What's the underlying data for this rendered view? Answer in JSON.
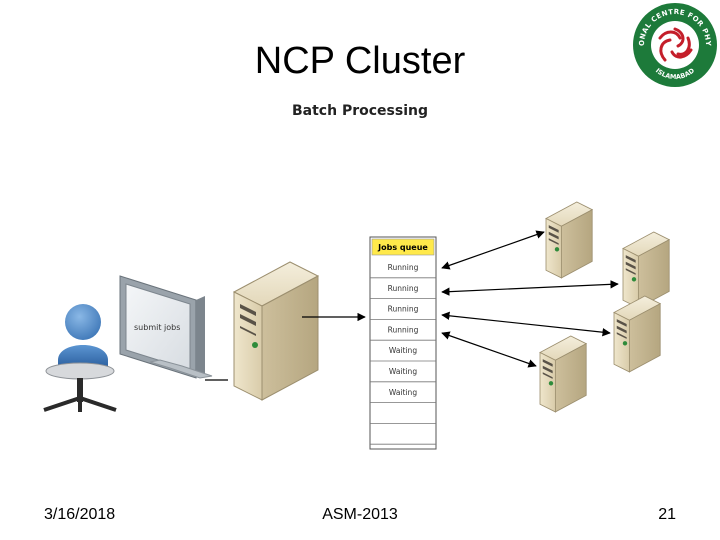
{
  "slide": {
    "title": "NCP Cluster",
    "date": "3/16/2018",
    "footer_center": "ASM-2013",
    "page_number": "21"
  },
  "diagram": {
    "subtitle": "Batch Processing",
    "monitor_text": "submit jobs",
    "queue": {
      "header": "Jobs queue",
      "slots": [
        "Running",
        "Running",
        "Running",
        "Running",
        "Waiting",
        "Waiting",
        "Waiting",
        "",
        ""
      ]
    }
  },
  "logo": {
    "top_text": "NATIONAL CENTRE FOR PHYSICS",
    "bottom_text": "ISLAMABAD",
    "colors": {
      "ring": "#1d7a3a",
      "inner": "#ffffff",
      "emblem": "#c41e2a"
    }
  },
  "colors": {
    "server_body": "#e2d6b6",
    "server_dark": "#5a5348",
    "user_figure": "#4a86c8",
    "queue_header": "#ffe94a"
  }
}
